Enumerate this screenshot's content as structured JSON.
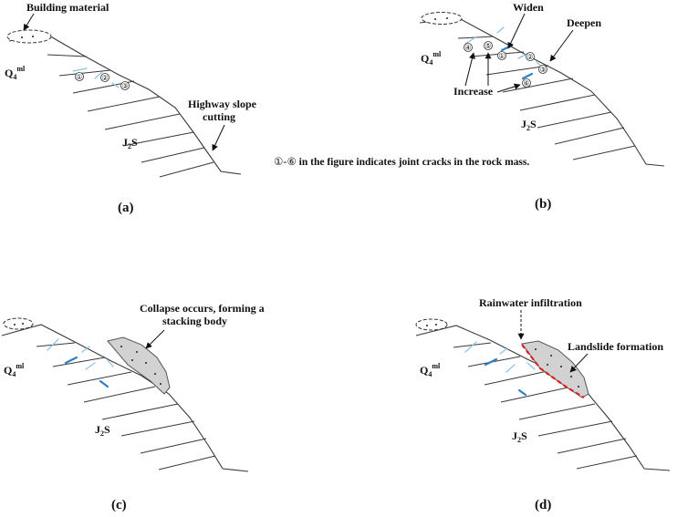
{
  "panel_labels": {
    "a": "(a)",
    "b": "(b)",
    "c": "(c)",
    "d": "(d)"
  },
  "strata": {
    "quaternary": "Q",
    "quaternary_sub": "4",
    "quaternary_sup": "ml",
    "jurassic": "J",
    "jurassic_sub": "2",
    "jurassic_suffix": "S"
  },
  "crack_numbers": [
    "①",
    "②",
    "③",
    "④",
    "⑤",
    "⑥"
  ],
  "annotations": {
    "building_material": "Building material",
    "highway_cut_line1": "Highway slope",
    "highway_cut_line2": "cutting",
    "widen": "Widen",
    "deepen": "Deepen",
    "increase": "Increase",
    "collapse_line1": "Collapse occurs, forming a",
    "collapse_line2": "stacking body",
    "rainwater": "Rainwater infiltration",
    "landslide": "Landslide formation"
  },
  "note": {
    "range": "①-⑥",
    "text": " in the figure indicates joint cracks in the rock mass."
  },
  "colors": {
    "crack_dark": "#2f7fc4",
    "crack_light": "#8ec4e6",
    "deposit_fill": "#d2d2d2",
    "slip_surface": "#e02020"
  }
}
